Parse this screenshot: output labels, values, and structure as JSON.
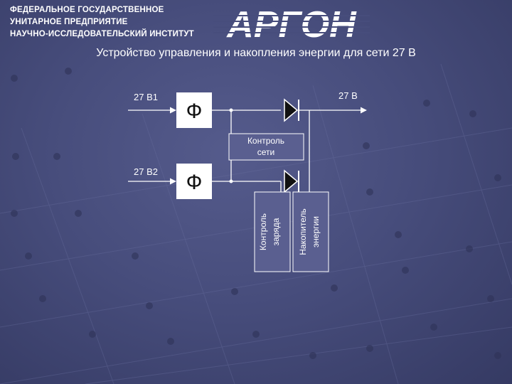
{
  "header": {
    "org_lines": [
      "ФЕДЕРАЛЬНОЕ ГОСУДАРСТВЕННОЕ",
      "УНИТАРНОЕ ПРЕДПРИЯТИЕ",
      "НАУЧНО-ИССЛЕДОВАТЕЛЬСКИЙ ИНСТИТУТ"
    ],
    "logo_text": "АРГОН"
  },
  "title": "Устройство управления и накопления энергии для сети 27 В",
  "diagram": {
    "input_1": "27 В1",
    "input_2": "27 В2",
    "output": "27 В",
    "filter_symbol": "Ф",
    "network_control": [
      "Контроль",
      "сети"
    ],
    "charge_control": [
      "Контроль",
      "заряда"
    ],
    "energy_storage": [
      "Накопитель",
      "энергии"
    ]
  },
  "colors": {
    "background": "#474d7c",
    "box_fill": "#ffffff",
    "line": "#ffffff",
    "text": "#ffffff",
    "dark_text": "#111111"
  }
}
